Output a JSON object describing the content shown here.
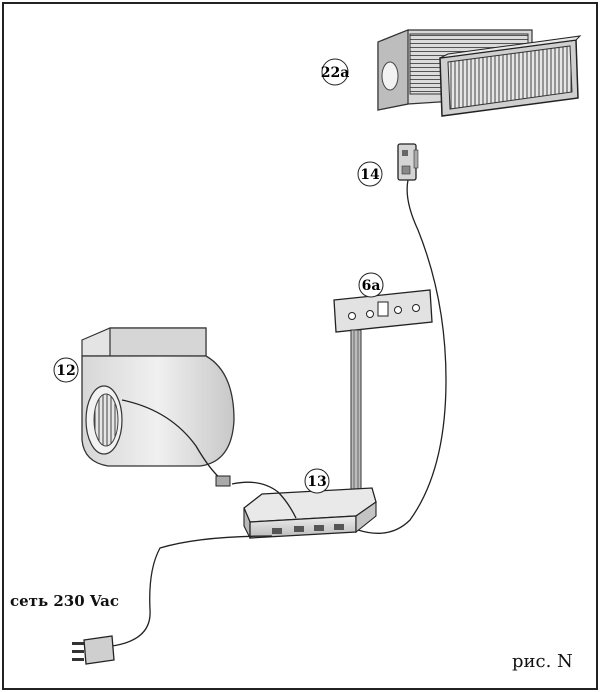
{
  "figure": {
    "caption": "рис. N",
    "power_label": "сеть 230 Vac"
  },
  "callouts": [
    {
      "id": "22a",
      "text": "22a"
    },
    {
      "id": "14",
      "text": "14"
    },
    {
      "id": "6a",
      "text": "6a"
    },
    {
      "id": "12",
      "text": "12"
    },
    {
      "id": "13",
      "text": "13"
    }
  ],
  "colors": {
    "line": "#222222",
    "fill_light": "#e8e8e8",
    "fill_mid": "#cfcfcf",
    "fill_dark": "#9a9a9a"
  }
}
